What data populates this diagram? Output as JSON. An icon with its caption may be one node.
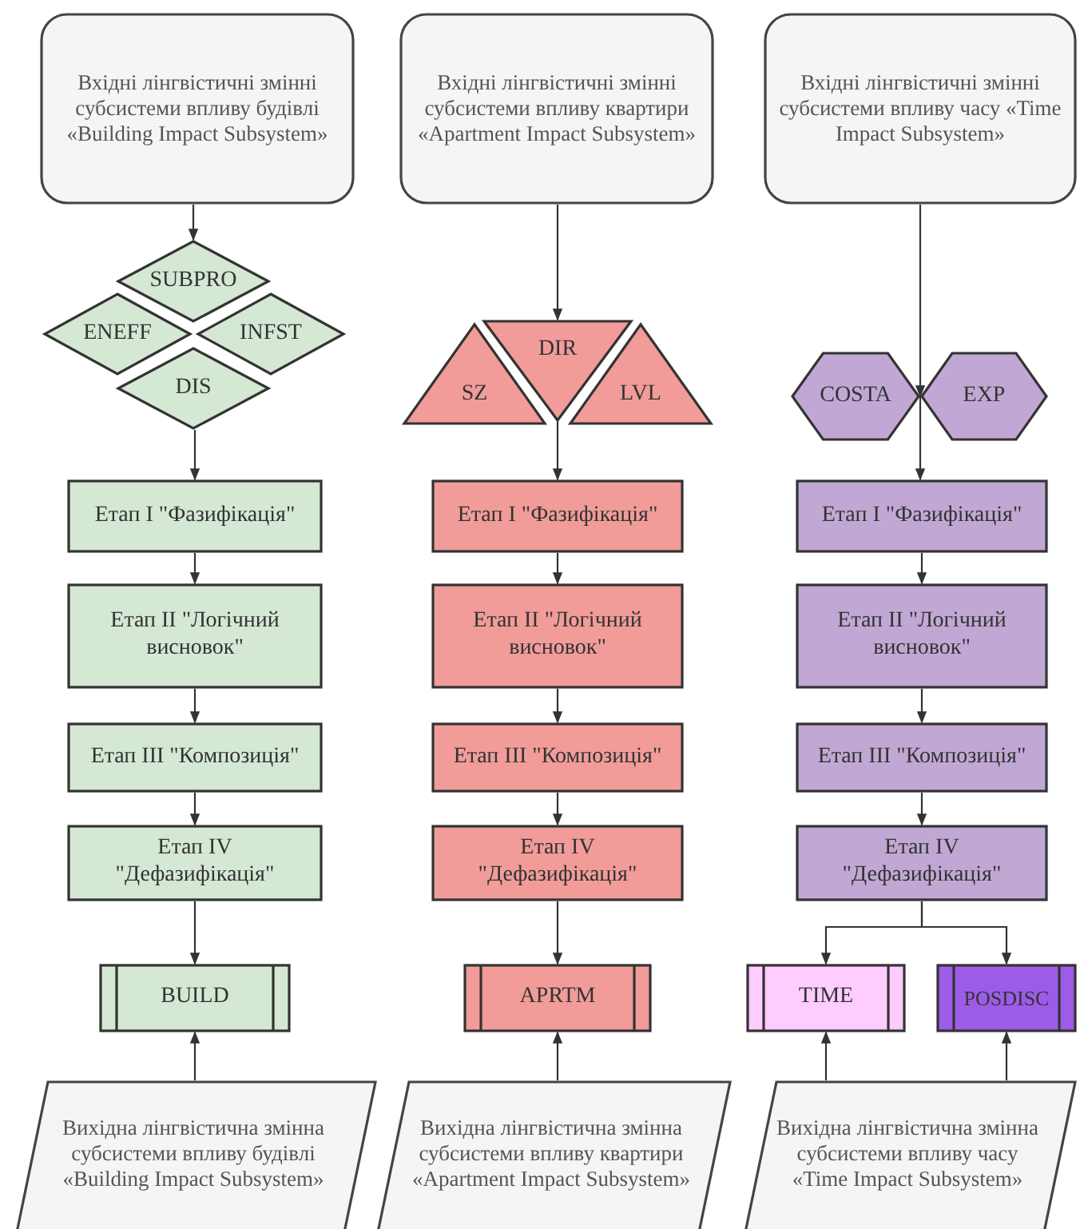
{
  "diagram": {
    "nodes": [
      {
        "text": [
          "Вхідні лінгвістичні змінні субсистеми впливу будівлі «Building Impact Subsystem»"
        ]
      },
      {
        "text": [
          "SUBPRO"
        ]
      },
      {
        "text": [
          "ENEFF"
        ]
      },
      {
        "text": [
          "INFST"
        ]
      },
      {
        "text": [
          "DIS"
        ]
      },
      {
        "text": [
          "Етап I \"Фазифікація\""
        ]
      },
      {
        "text": [
          "Етап II \"Логічний висновок\""
        ]
      },
      {
        "text": [
          "Етап III \"Композиція\""
        ]
      },
      {
        "text": [
          "Етап IV \"Дефазифікація\""
        ]
      },
      {
        "text": [
          "BUILD"
        ]
      },
      {
        "text": [
          "Вихідна лінгвістична змінна субсистеми впливу будівлі «Building Impact Subsystem»"
        ]
      },
      {
        "text": [
          "Вхідні лінгвістичні змінні субсистеми впливу квартири «Apartment Impact Subsystem»"
        ]
      },
      {
        "text": [
          "DIR"
        ]
      },
      {
        "text": [
          "SZ"
        ]
      },
      {
        "text": [
          "LVL"
        ]
      },
      {
        "text": [
          "Етап I \"Фазифікація\""
        ]
      },
      {
        "text": [
          "Етап II \"Логічний висновок\""
        ]
      },
      {
        "text": [
          "Етап III \"Композиція\""
        ]
      },
      {
        "text": [
          "Етап IV \"Дефазифікація\""
        ]
      },
      {
        "text": [
          "APRTM"
        ]
      },
      {
        "text": [
          "Вихідна лінгвістична змінна субсистеми впливу квартири «Apartment Impact Subsystem»"
        ]
      },
      {
        "text": [
          "Вхідні лінгвістичні змінні субсистеми впливу часу «Time Impact Subsystem»"
        ]
      },
      {
        "text": [
          "COSTA"
        ]
      },
      {
        "text": [
          "EXP"
        ]
      },
      {
        "text": [
          "Етап I \"Фазифікація\""
        ]
      },
      {
        "text": [
          "Етап II \"Логічний висновок\""
        ]
      },
      {
        "text": [
          "Етап III \"Композиція\""
        ]
      },
      {
        "text": [
          "Етап IV \"Дефазифікація\""
        ]
      },
      {
        "text": [
          "TIME"
        ]
      },
      {
        "text": [
          "POSDISC"
        ]
      },
      {
        "text": [
          "Вихідна лінгвістична змінна субсистеми впливу часу «Time Impact Subsystem»"
        ]
      }
    ],
    "edges": [
      {
        "from": 0,
        "to": 1,
        "arrow": "to"
      },
      {
        "from": 4,
        "to": 5,
        "arrow": "to"
      },
      {
        "from": 5,
        "to": 6,
        "arrow": "to"
      },
      {
        "from": 6,
        "to": 7,
        "arrow": "to"
      },
      {
        "from": 7,
        "to": 8,
        "arrow": "to"
      },
      {
        "from": 8,
        "to": 9,
        "arrow": "to"
      },
      {
        "from": 10,
        "to": 9,
        "arrow": "to"
      },
      {
        "from": 11,
        "to": 12,
        "arrow": "to"
      },
      {
        "from": 12,
        "to": 15,
        "arrow": "to"
      },
      {
        "from": 15,
        "to": 16,
        "arrow": "to"
      },
      {
        "from": 16,
        "to": 17,
        "arrow": "to"
      },
      {
        "from": 17,
        "to": 18,
        "arrow": "to"
      },
      {
        "from": 18,
        "to": 19,
        "arrow": "to"
      },
      {
        "from": 20,
        "to": 19,
        "arrow": "to"
      },
      {
        "from": 21,
        "to": 22,
        "arrow": "to"
      },
      {
        "from": 22,
        "to": 24,
        "arrow": "to"
      },
      {
        "from": 24,
        "to": 25,
        "arrow": "to"
      },
      {
        "from": 25,
        "to": 26,
        "arrow": "to"
      },
      {
        "from": 26,
        "to": 27,
        "arrow": "to"
      },
      {
        "from": 27,
        "to": 28,
        "arrow": "to"
      },
      {
        "from": 27,
        "to": 29,
        "arrow": "to"
      },
      {
        "from": 30,
        "to": 28,
        "arrow": "to"
      },
      {
        "from": 30,
        "to": 29,
        "arrow": "to"
      }
    ]
  }
}
